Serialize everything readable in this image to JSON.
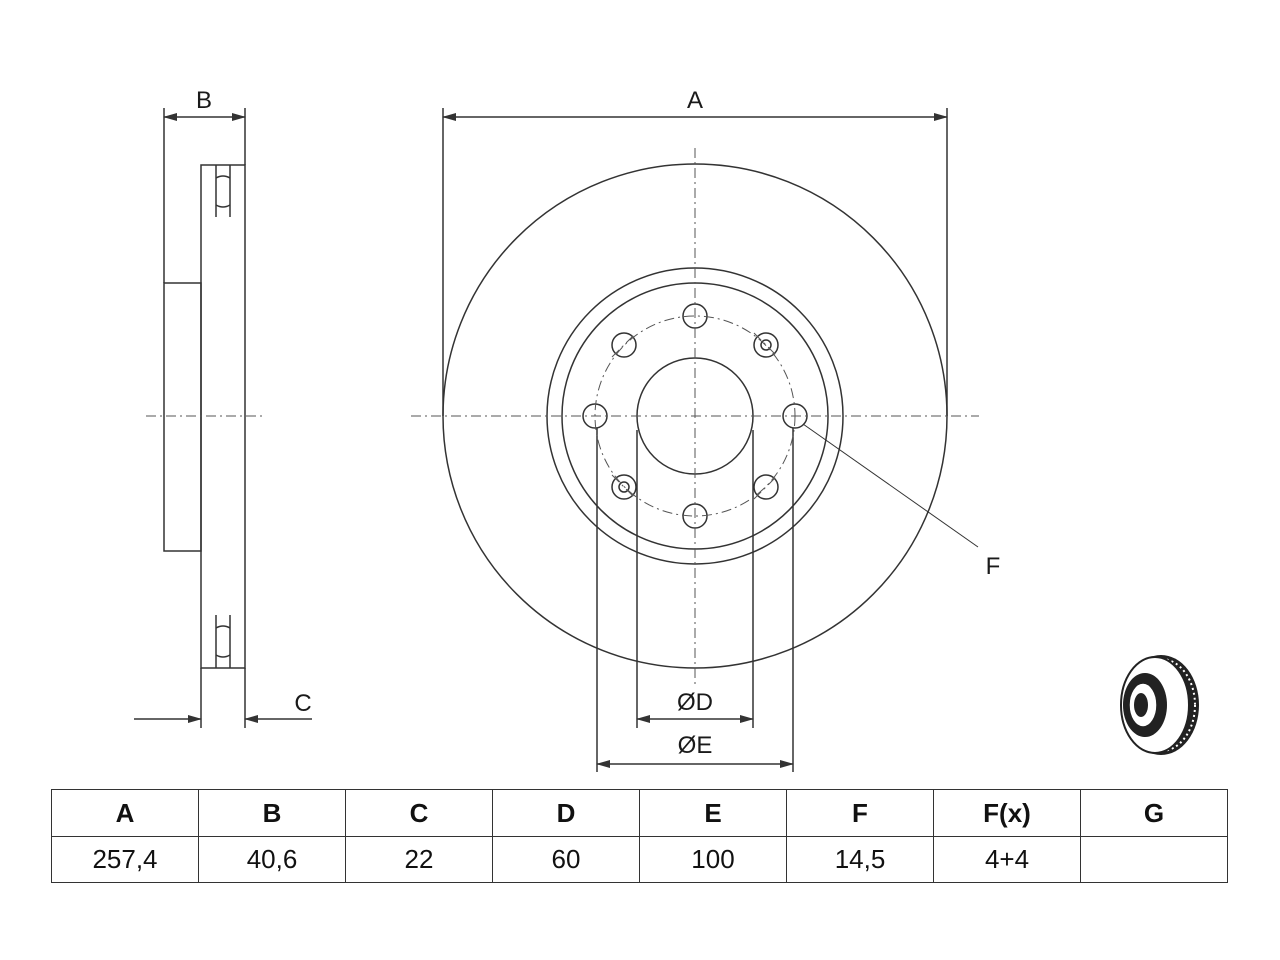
{
  "labels": {
    "a": "A",
    "b": "B",
    "c": "C",
    "d": "ØD",
    "e": "ØE",
    "f": "F"
  },
  "table": {
    "headers": [
      "A",
      "B",
      "C",
      "D",
      "E",
      "F",
      "F(x)",
      "G"
    ],
    "values": [
      "257,4",
      "40,6",
      "22",
      "60",
      "100",
      "14,5",
      "4+4",
      ""
    ]
  },
  "icons": {
    "thumbnail": "brake-disc-3d-icon"
  },
  "colors": {
    "line": "#333333",
    "background": "#ffffff"
  }
}
